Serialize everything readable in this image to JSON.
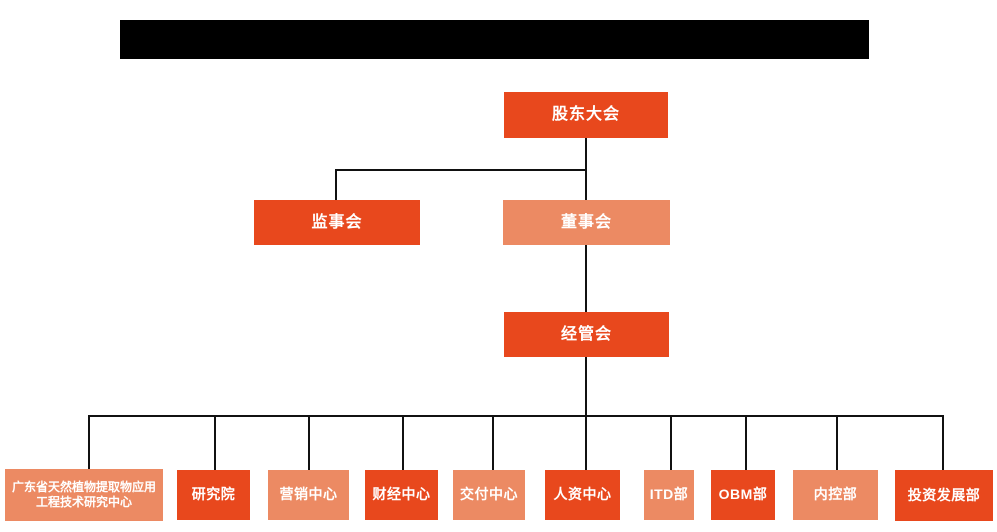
{
  "colors": {
    "primary": "#e8481d",
    "secondary": "#ec8a63",
    "line": "#111111",
    "background": "#ffffff",
    "text": "#ffffff"
  },
  "title_bar": {
    "redacted": true
  },
  "org_chart": {
    "type": "organization-tree",
    "nodes": [
      {
        "id": "shareholders",
        "label": "股东大会",
        "level": 1,
        "variant": "primary",
        "parent": null
      },
      {
        "id": "supervisors",
        "label": "监事会",
        "level": 2,
        "variant": "primary",
        "parent": "shareholders"
      },
      {
        "id": "directors",
        "label": "董事会",
        "level": 2,
        "variant": "secondary",
        "parent": "shareholders"
      },
      {
        "id": "management",
        "label": "经管会",
        "level": 3,
        "variant": "primary",
        "parent": "directors"
      },
      {
        "id": "gd-center",
        "label": "广东省天然植物提取物应用工程技术研究中心",
        "level": 4,
        "variant": "secondary",
        "parent": "management"
      },
      {
        "id": "research",
        "label": "研究院",
        "level": 4,
        "variant": "primary",
        "parent": "management"
      },
      {
        "id": "marketing",
        "label": "营销中心",
        "level": 4,
        "variant": "secondary",
        "parent": "management"
      },
      {
        "id": "finance",
        "label": "财经中心",
        "level": 4,
        "variant": "primary",
        "parent": "management"
      },
      {
        "id": "delivery",
        "label": "交付中心",
        "level": 4,
        "variant": "secondary",
        "parent": "management"
      },
      {
        "id": "hr",
        "label": "人资中心",
        "level": 4,
        "variant": "primary",
        "parent": "management"
      },
      {
        "id": "itd",
        "label": "ITD部",
        "level": 4,
        "variant": "secondary",
        "parent": "management"
      },
      {
        "id": "obm",
        "label": "OBM部",
        "level": 4,
        "variant": "primary",
        "parent": "management"
      },
      {
        "id": "internal-control",
        "label": "内控部",
        "level": 4,
        "variant": "secondary",
        "parent": "management"
      },
      {
        "id": "investment",
        "label": "投资发展部",
        "level": 4,
        "variant": "primary",
        "parent": "management"
      }
    ]
  }
}
